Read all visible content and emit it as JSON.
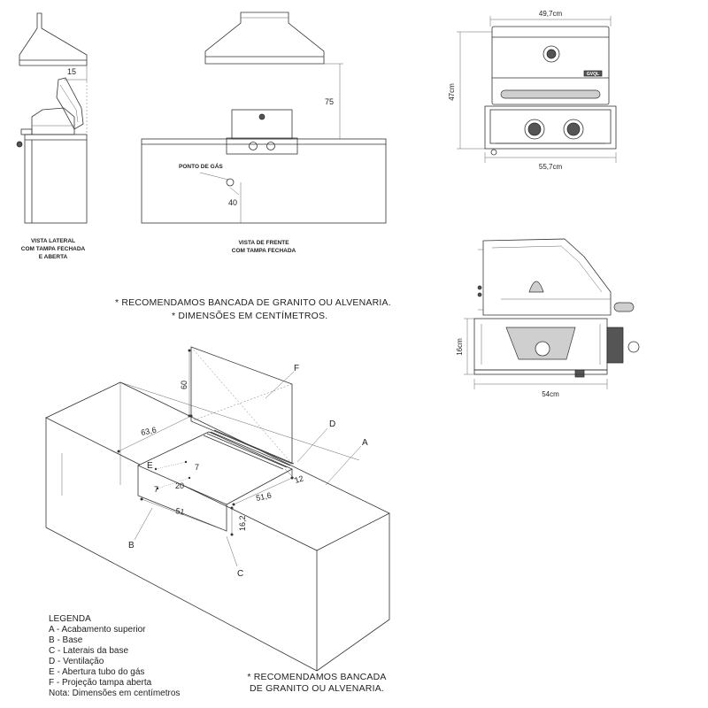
{
  "side_view": {
    "caption_lines": [
      "VISTA LATERAL",
      "COM TAMPA FECHADA",
      "E ABERTA"
    ],
    "dim_hood_gap": "15"
  },
  "front_view": {
    "caption_lines": [
      "VISTA DE FRENTE",
      "COM TAMPA FECHADA"
    ],
    "dim_hood_height": "75",
    "dim_gas_height": "40",
    "gas_point_label": "PONTO DE GÁS"
  },
  "grill_front": {
    "width_top": "49,7cm",
    "height": "47cm",
    "width_bottom": "55,7cm",
    "brand": "GVQL"
  },
  "grill_side": {
    "height": "16cm",
    "depth": "54cm"
  },
  "notes_top": [
    "* RECOMENDAMOS BANCADA DE GRANITO OU ALVENARIA.",
    "* DIMENSÕES EM CENTÍMETROS."
  ],
  "iso_view": {
    "dims": {
      "d60": "60",
      "d63_6": "63,6",
      "d7a": "7",
      "d7b": "7",
      "d20": "20",
      "d51": "51",
      "d51_6": "51,6",
      "d12": "12",
      "d16_2": "16,2"
    },
    "labels": {
      "A": "A",
      "B": "B",
      "C": "C",
      "D": "D",
      "E": "E",
      "F": "F"
    }
  },
  "legend": {
    "title": "LEGENDA",
    "items": [
      "A - Acabamento superior",
      "B - Base",
      "C - Laterais da base",
      "D - Ventilação",
      "E - Abertura tubo do gás",
      "F - Projeção tampa aberta",
      "Nota: Dimensões em centímetros"
    ]
  },
  "notes_bottom": [
    "* RECOMENDAMOS BANCADA",
    "DE GRANITO OU ALVENARIA."
  ]
}
